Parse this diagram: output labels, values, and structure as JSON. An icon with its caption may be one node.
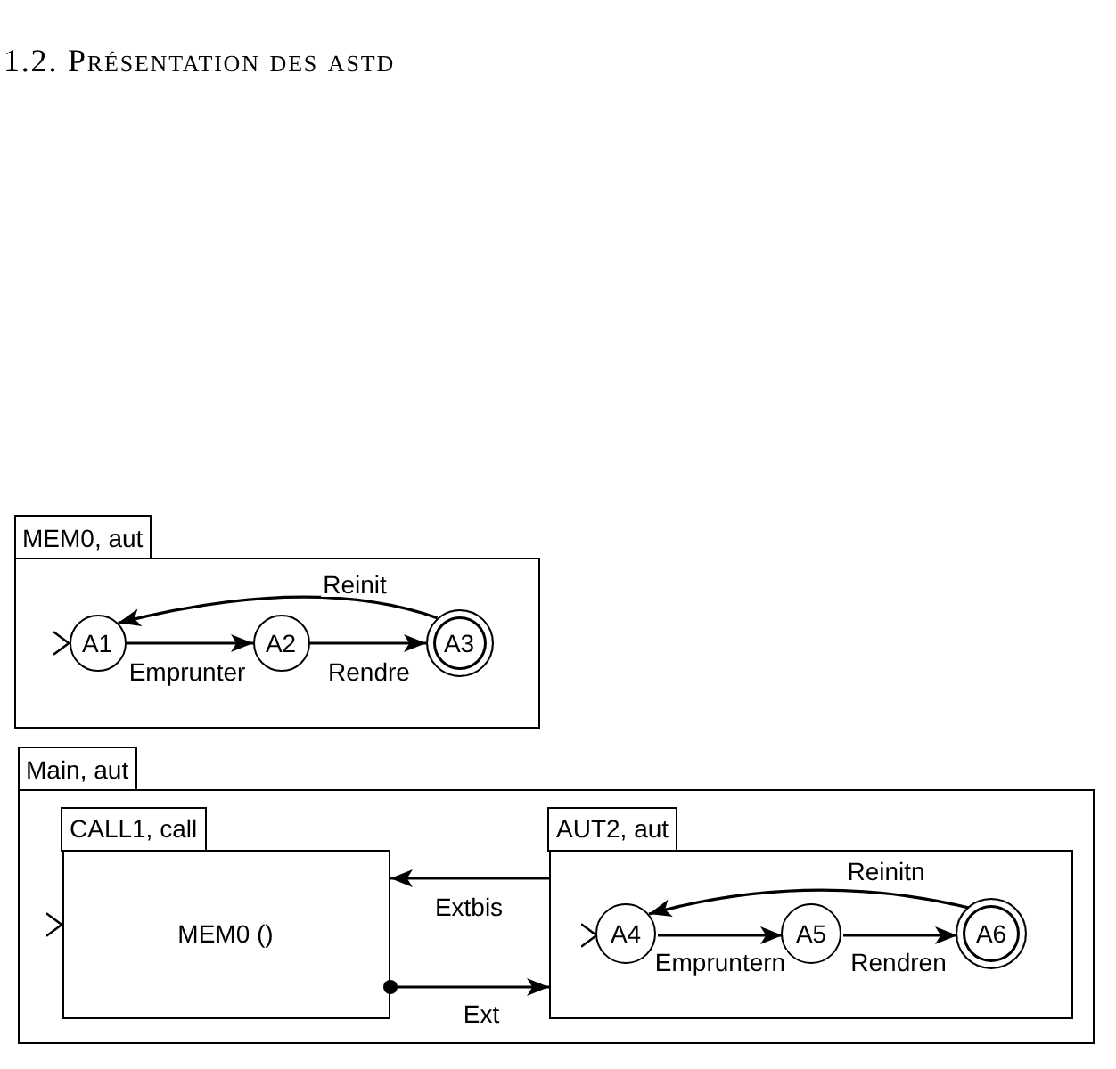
{
  "diagram": {
    "title": "1.2. Présentation des astd",
    "nodes": [
      {
        "text": [
          "MEM0, aut"
        ]
      },
      {
        "text": [
          "A1"
        ],
        "in": 0
      },
      {
        "text": [
          "A2"
        ],
        "in": 0
      },
      {
        "text": [
          "A3"
        ],
        "in": 0
      },
      {
        "text": [
          "Main, aut"
        ]
      },
      {
        "text": [
          "CALL1, call",
          "MEM0 ()"
        ],
        "in": 4
      },
      {
        "text": [
          "AUT2, aut"
        ],
        "in": 4
      },
      {
        "text": [
          "A4"
        ],
        "in": 6
      },
      {
        "text": [
          "A5"
        ],
        "in": 6
      },
      {
        "text": [
          "A6"
        ],
        "in": 6
      }
    ],
    "edges": [
      {
        "from": 1,
        "to": 2,
        "arrow": "to",
        "label": "Emprunter"
      },
      {
        "from": 2,
        "to": 3,
        "arrow": "to",
        "label": "Rendre"
      },
      {
        "from": 3,
        "to": 1,
        "arrow": "to",
        "label": "Reinit"
      },
      {
        "from": 7,
        "to": 8,
        "arrow": "to",
        "label": "Empruntern"
      },
      {
        "from": 8,
        "to": 9,
        "arrow": "to",
        "label": "Rendren"
      },
      {
        "from": 9,
        "to": 7,
        "arrow": "to",
        "label": "Reinitn"
      },
      {
        "from": 6,
        "to": 5,
        "arrow": "to",
        "label": "Extbis"
      },
      {
        "from": 5,
        "to": 6,
        "arrow": "to",
        "label": "Ext"
      }
    ]
  }
}
